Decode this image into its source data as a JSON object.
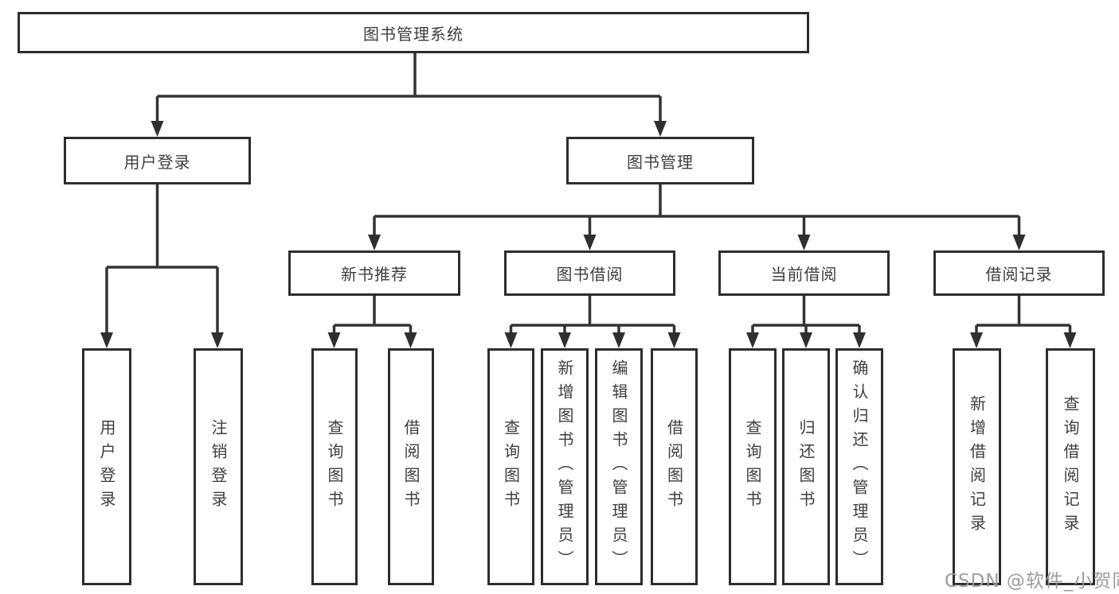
{
  "tree": {
    "label": "图书管理系统",
    "children": [
      {
        "label": "用户登录",
        "children": [
          {
            "label": "用户登录"
          },
          {
            "label": "注销登录"
          }
        ]
      },
      {
        "label": "图书管理",
        "children": [
          {
            "label": "新书推荐",
            "children": [
              {
                "label": "查询图书"
              },
              {
                "label": "借阅图书"
              }
            ]
          },
          {
            "label": "图书借阅",
            "children": [
              {
                "label": "查询图书"
              },
              {
                "label": "新增图书（管理员）"
              },
              {
                "label": "编辑图书（管理员）"
              },
              {
                "label": "借阅图书"
              }
            ]
          },
          {
            "label": "当前借阅",
            "children": [
              {
                "label": "查询图书"
              },
              {
                "label": "归还图书"
              },
              {
                "label": "确认归还（管理员）"
              }
            ]
          },
          {
            "label": "借阅记录",
            "children": [
              {
                "label": "新增借阅记录"
              },
              {
                "label": "查询借阅记录"
              }
            ]
          }
        ]
      }
    ]
  },
  "watermark": {
    "text": "CSDN @软件_小贺同学"
  },
  "colors": {
    "connector_line": "#333333",
    "box_border": "#2d2d2d",
    "text": "#3e3e3e",
    "watermark": "#989898",
    "background": "#ffffff"
  }
}
